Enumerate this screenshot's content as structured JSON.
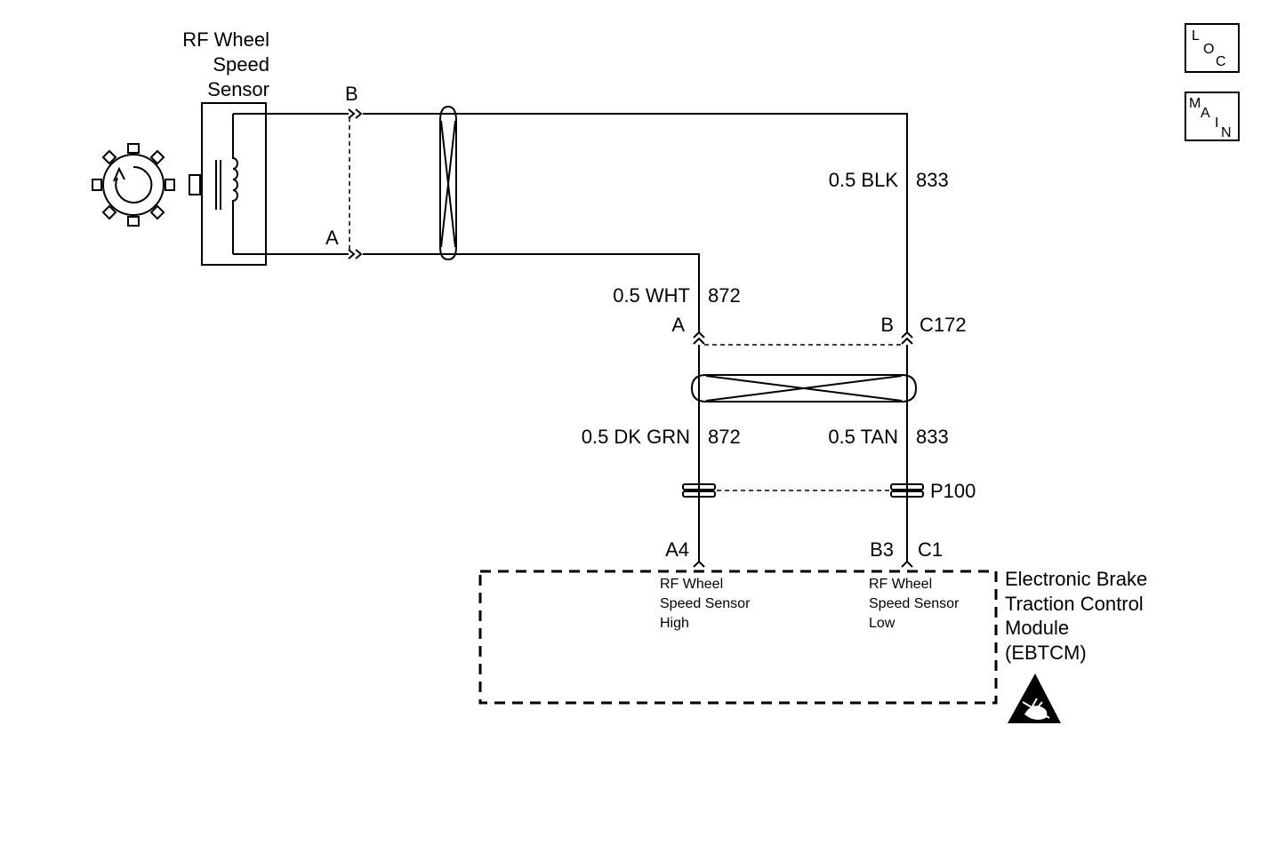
{
  "sensor": {
    "label_line1": "RF Wheel",
    "label_line2": "Speed",
    "label_line3": "Sensor",
    "pin_a": "A",
    "pin_b": "B"
  },
  "wires": {
    "wht": {
      "gauge_color": "0.5 WHT",
      "circuit": "872"
    },
    "blk": {
      "gauge_color": "0.5 BLK",
      "circuit": "833"
    },
    "dkgrn": {
      "gauge_color": "0.5 DK GRN",
      "circuit": "872"
    },
    "tan": {
      "gauge_color": "0.5 TAN",
      "circuit": "833"
    }
  },
  "connectors": {
    "c172": {
      "name": "C172",
      "pin_a": "A",
      "pin_b": "B"
    },
    "p100": {
      "name": "P100"
    }
  },
  "module": {
    "pin_high": "A4",
    "pin_low_1": "B3",
    "pin_low_2": "C1",
    "high_line1": "RF Wheel",
    "high_line2": "Speed Sensor",
    "high_line3": "High",
    "low_line1": "RF Wheel",
    "low_line2": "Speed Sensor",
    "low_line3": "Low",
    "name_line1": "Electronic Brake",
    "name_line2": "Traction Control",
    "name_line3": "Module",
    "name_line4": "(EBTCM)"
  },
  "nav": {
    "loc": {
      "c1": "L",
      "c2": "O",
      "c3": "C"
    },
    "main": {
      "c1": "M",
      "c2": "A",
      "c3": "I",
      "c4": "N"
    }
  }
}
